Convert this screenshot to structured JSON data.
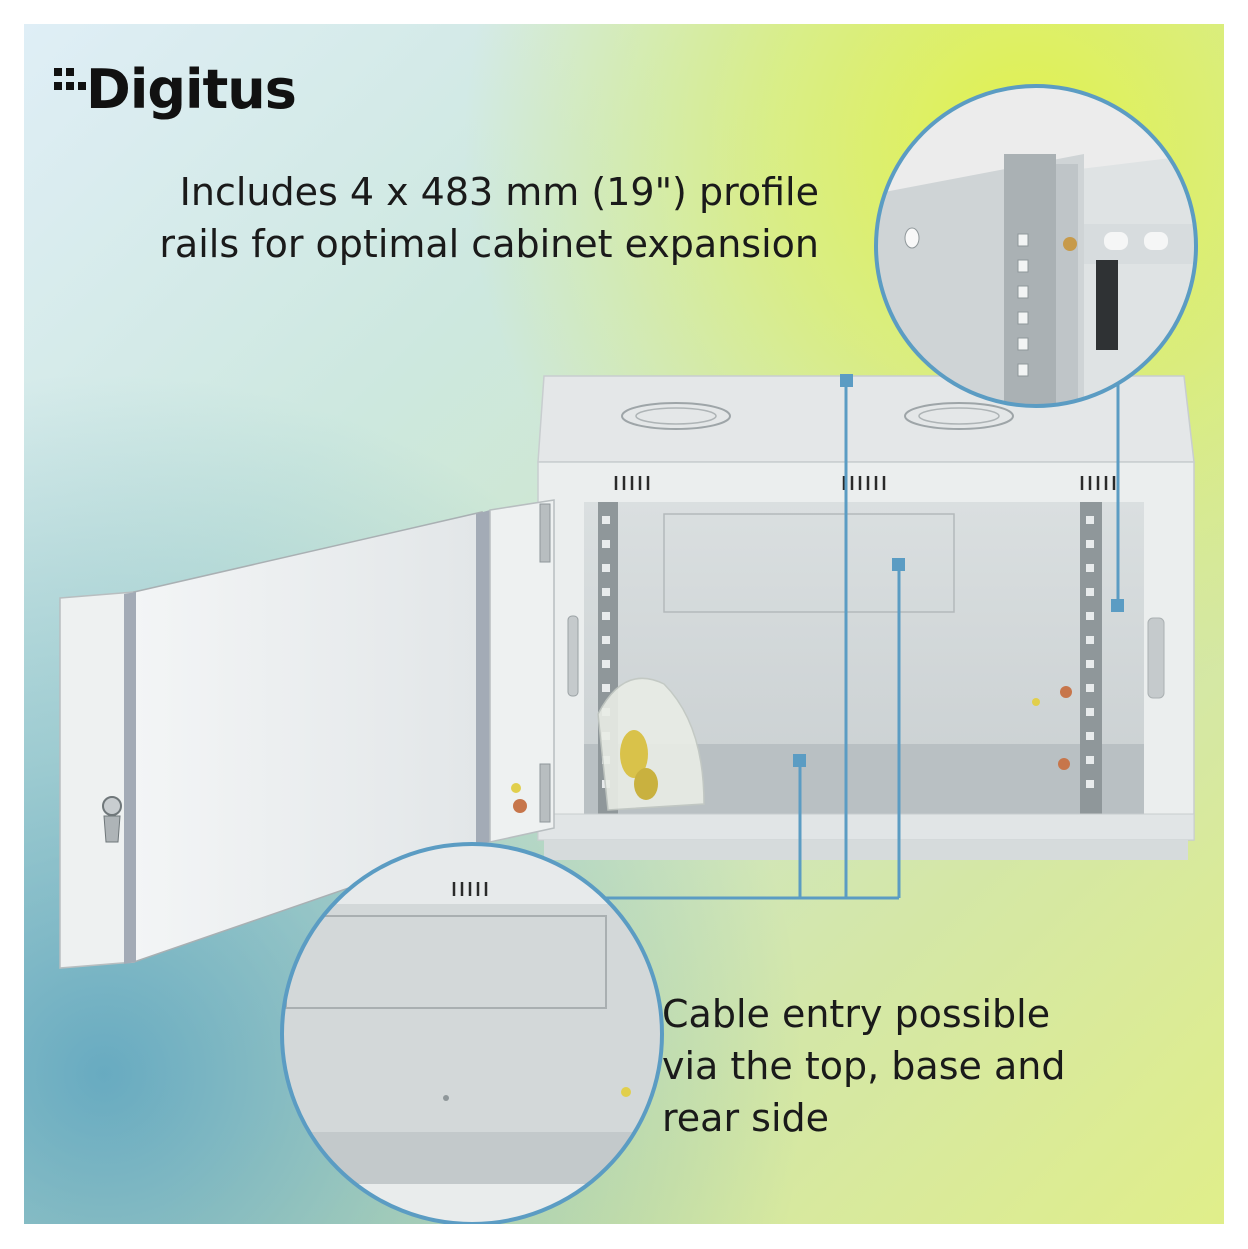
{
  "brand": {
    "logo_text": "Digitus"
  },
  "callouts": {
    "rails_line1": "Includes 4 x 483 mm (19\") profile",
    "rails_line2": "rails for optimal cabinet expansion",
    "cable_line1": "Cable entry possible",
    "cable_line2": "via the top, base and",
    "cable_line3": "rear side"
  },
  "colors": {
    "accent": "#5b9cc3",
    "cabinet": "#e9ecec",
    "text": "#1a1a1a"
  }
}
